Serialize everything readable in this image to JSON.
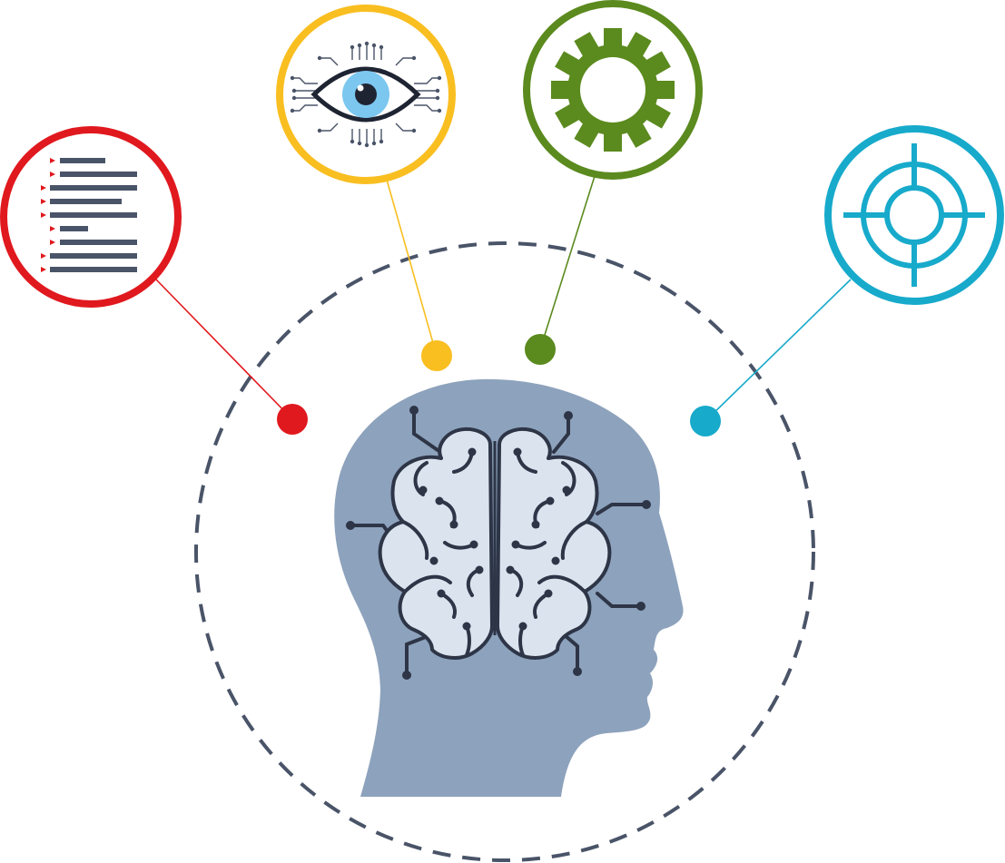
{
  "colors": {
    "background": "#ffffff",
    "head": "#8da2bc",
    "brain_fill": "#dbe4ee",
    "brain_stroke": "#2d3547",
    "dashed_ring": "#4a5468",
    "list_bar": "#4a5468",
    "list_bullet": "#e0191e",
    "red": "#e0191e",
    "yellow": "#f9be20",
    "green": "#5b8a1e",
    "blue": "#17aacb",
    "eye_iris": "#7cc7f0",
    "eye_pupil": "#1f2433"
  },
  "center_icon": "head-with-brain-icon",
  "nodes": [
    {
      "id": "list",
      "icon": "checklist-icon",
      "color": "red"
    },
    {
      "id": "vision",
      "icon": "circuit-eye-icon",
      "color": "yellow"
    },
    {
      "id": "process",
      "icon": "gear-icon",
      "color": "green"
    },
    {
      "id": "target",
      "icon": "target-crosshair-icon",
      "color": "blue"
    }
  ]
}
